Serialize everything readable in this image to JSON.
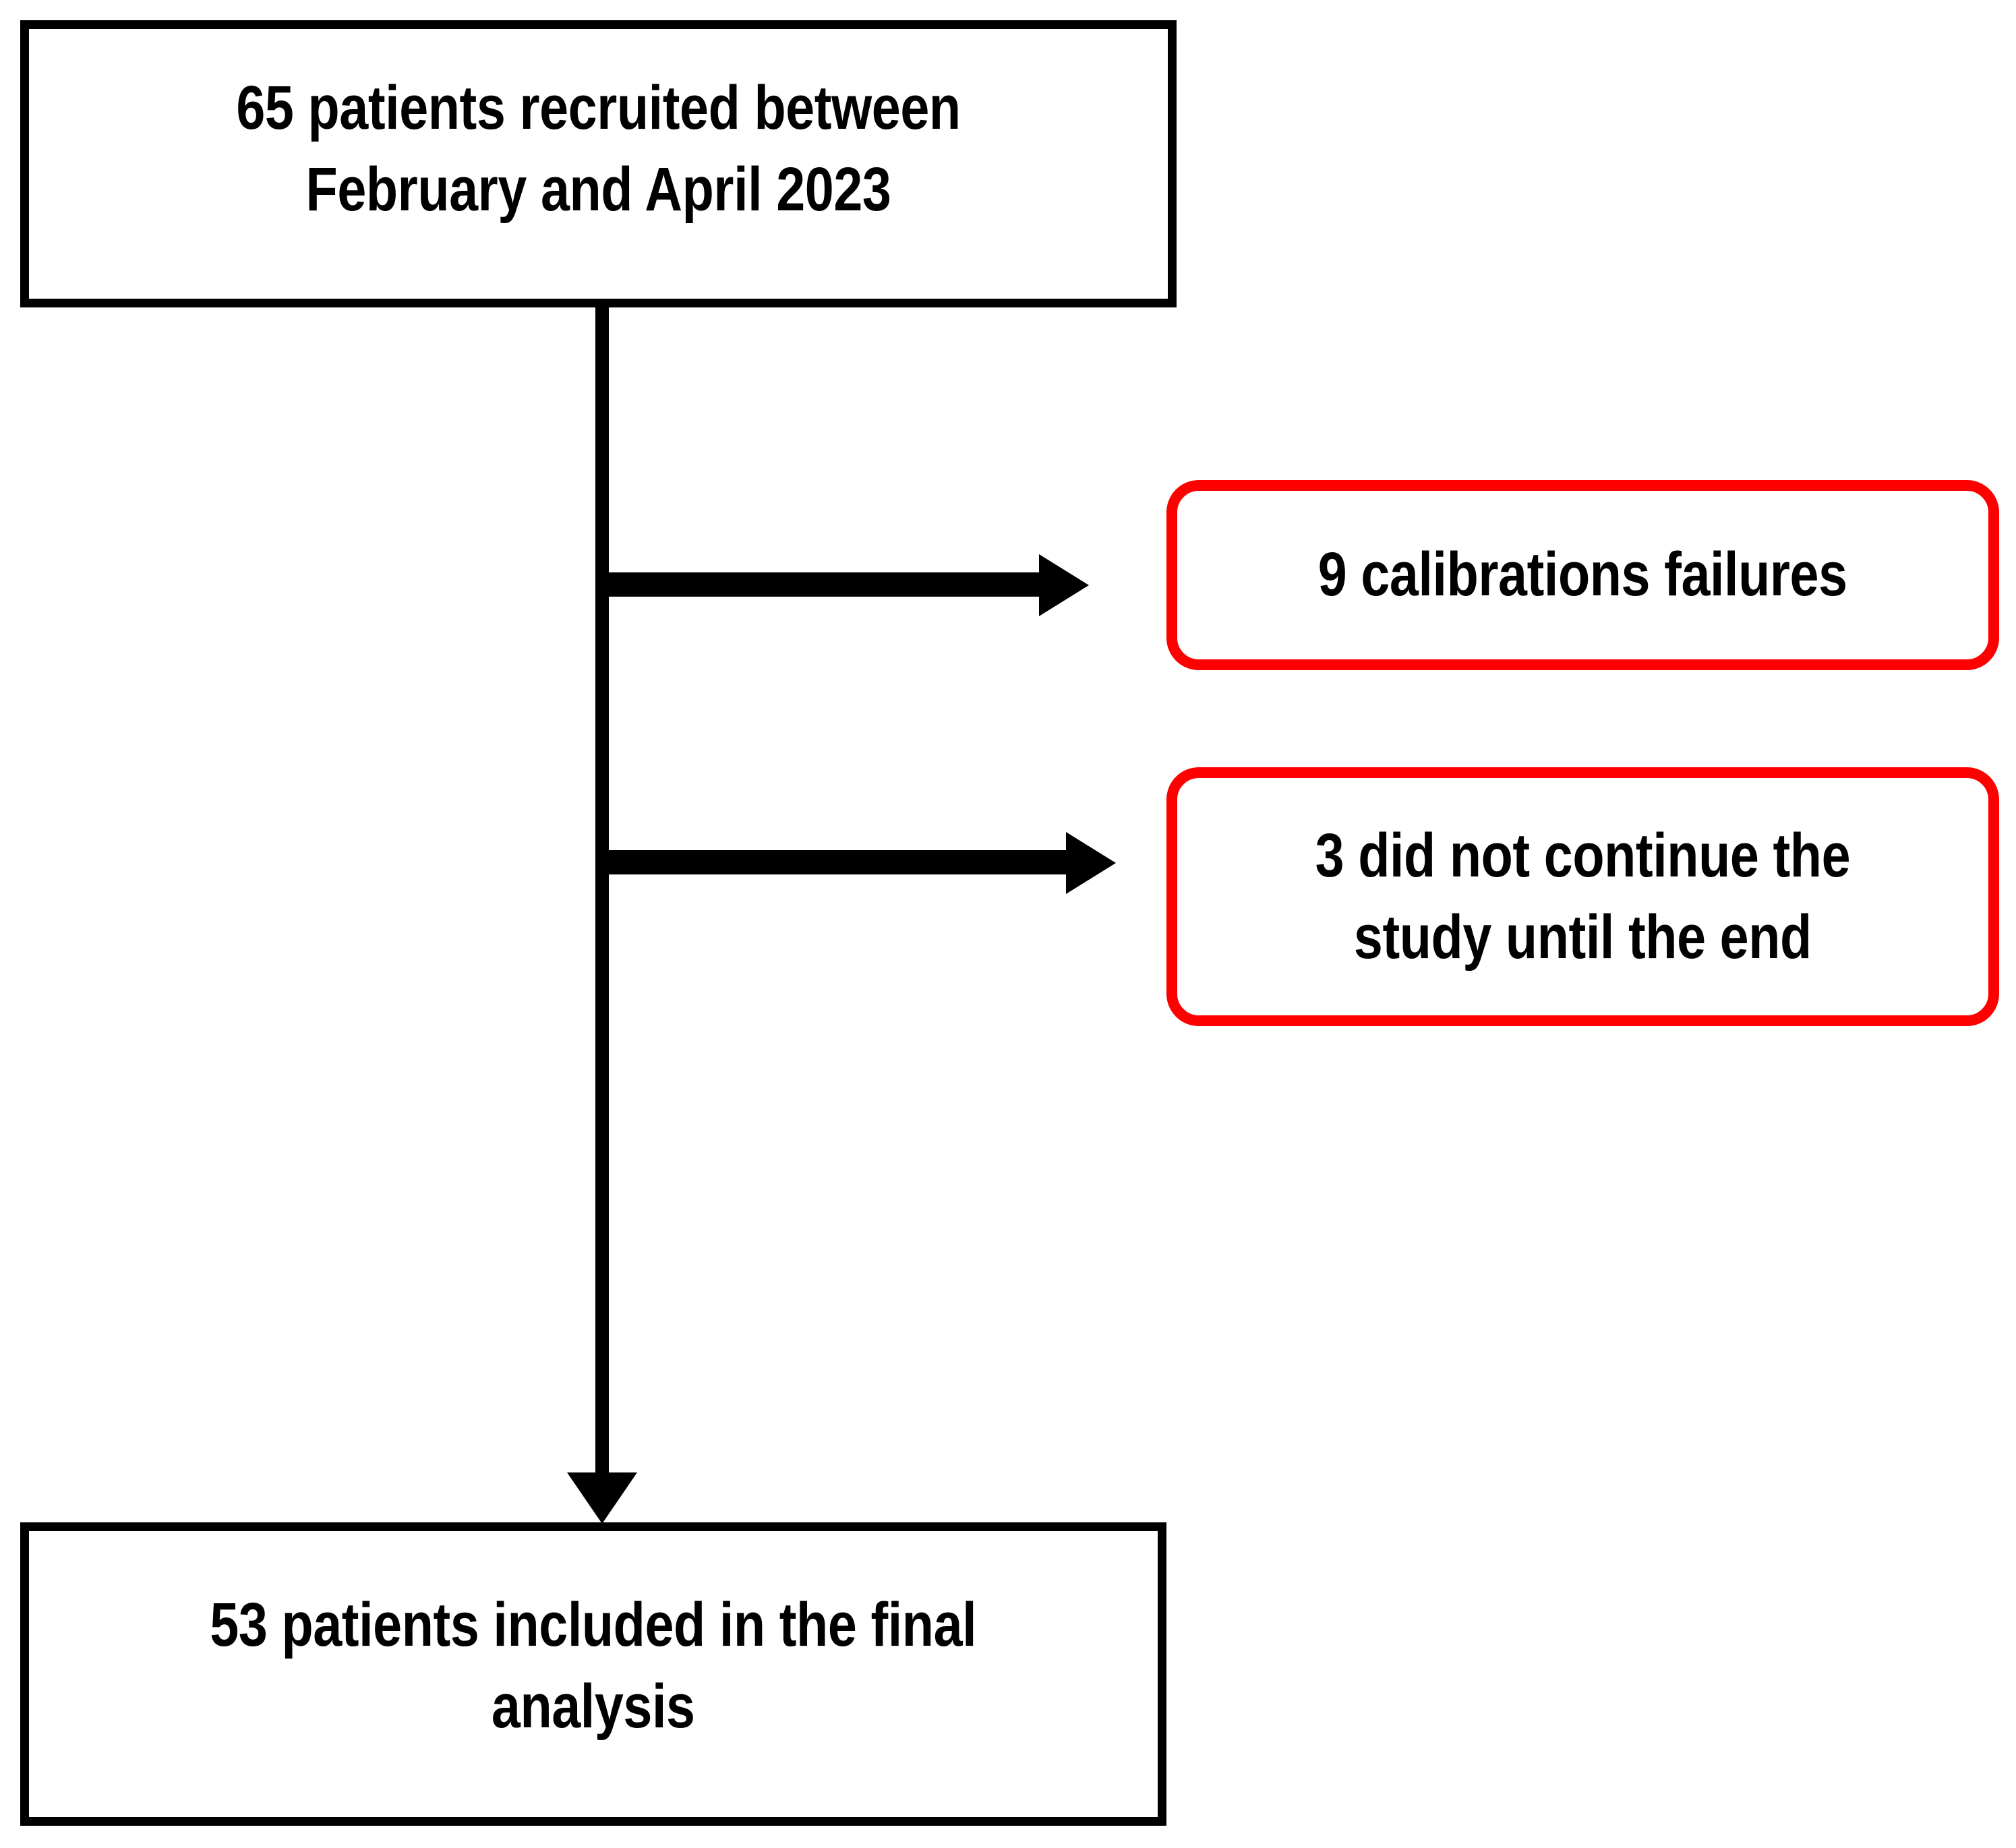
{
  "chart_data": {
    "type": "diagram",
    "diagram_kind": "consort-flow-diagram",
    "title": "",
    "nodes": [
      {
        "id": "enrolled",
        "role": "enrollment",
        "label": "65 patients recruited between\nFebruary and April 2023",
        "count": 65,
        "shape": "rectangle",
        "border_color": "#000000",
        "fill_color": "#ffffff"
      },
      {
        "id": "excluded-calibration",
        "role": "exclusion",
        "label": "9 calibrations failures",
        "count": 9,
        "shape": "rounded-rectangle",
        "border_color": "#fe0000",
        "fill_color": "#ffffff"
      },
      {
        "id": "excluded-dropout",
        "role": "exclusion",
        "label": "3 did not continue the\nstudy until the end",
        "count": 3,
        "shape": "rounded-rectangle",
        "border_color": "#fe0000",
        "fill_color": "#ffffff"
      },
      {
        "id": "analyzed",
        "role": "analysis",
        "label": "53 patients included in the final\nanalysis",
        "count": 53,
        "shape": "rectangle",
        "border_color": "#000000",
        "fill_color": "#ffffff"
      }
    ],
    "edges": [
      {
        "from": "enrolled",
        "to": "excluded-calibration",
        "direction": "right",
        "arrowhead": true
      },
      {
        "from": "enrolled",
        "to": "excluded-dropout",
        "direction": "right",
        "arrowhead": true
      },
      {
        "from": "enrolled",
        "to": "analyzed",
        "direction": "down",
        "arrowhead": true
      }
    ]
  },
  "diagram": {
    "enrolled_box": {
      "text": "65 patients recruited between\nFebruary and April 2023"
    },
    "exclusion_1": {
      "text": "9 calibrations failures"
    },
    "exclusion_2": {
      "text": "3 did not continue the\nstudy until the end"
    },
    "analyzed_box": {
      "text": "53 patients included in the final\nanalysis"
    }
  },
  "colors": {
    "stroke_black": "#000000",
    "stroke_red": "#fe0000",
    "background": "#ffffff"
  }
}
